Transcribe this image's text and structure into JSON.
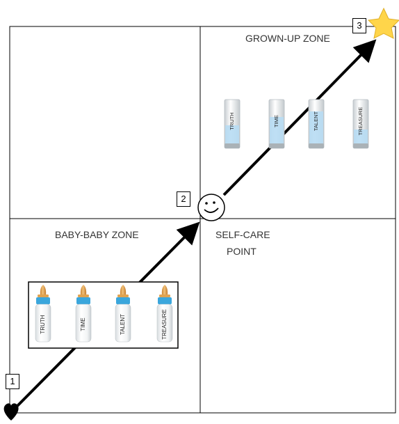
{
  "zones": {
    "grown_up": "GROWN-UP ZONE",
    "baby": "BABY-BABY ZONE",
    "self_care_line1": "SELF-CARE",
    "self_care_line2": "POINT"
  },
  "markers": {
    "start": "1",
    "middle": "2",
    "end": "3"
  },
  "bottles": [
    "TRUTH",
    "TIME",
    "TALENT",
    "TREASURE"
  ],
  "glasses": [
    "TRUTH",
    "TIME",
    "TALENT",
    "TREASURE"
  ],
  "colors": {
    "nipple": "#e0a350",
    "bottle_cap": "#3aa6dc",
    "glass_fill": "#b7dbf3",
    "star": "#ffd54a",
    "heart": "#000000"
  },
  "icons": {
    "start": "heart-icon",
    "middle": "smiley-icon",
    "end": "star-icon"
  }
}
